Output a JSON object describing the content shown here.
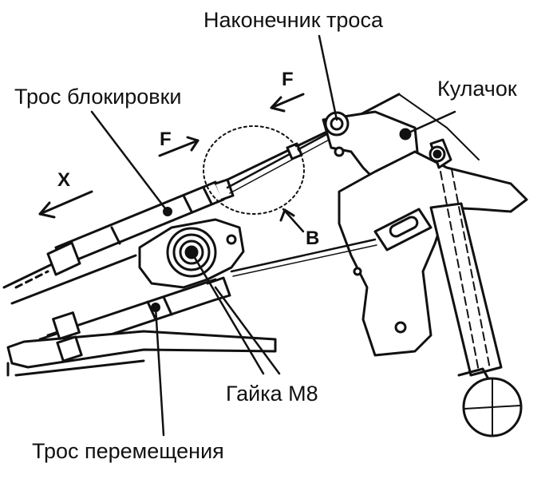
{
  "labels": {
    "cable_end": "Наконечник троса",
    "lock_cable": "Трос блокировки",
    "cam": "Кулачок",
    "nut": "Гайка М8",
    "move_cable": "Трос перемещения"
  },
  "markers": {
    "force_top": "F",
    "force_mid": "F",
    "direction_x": "X",
    "detail_b": "B"
  },
  "colors": {
    "ink": "#111111",
    "background": "#ffffff"
  }
}
